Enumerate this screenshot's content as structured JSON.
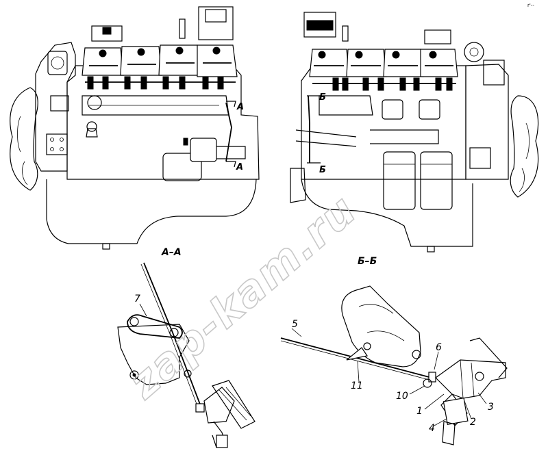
{
  "page": {
    "corner_mark": "r'--"
  },
  "sections": {
    "left_view_label": "А–А",
    "right_view_label": "Б–Б",
    "marker_a": "A",
    "marker_b": "Б"
  },
  "callouts": [
    {
      "id": "1",
      "text": "1"
    },
    {
      "id": "2",
      "text": "2"
    },
    {
      "id": "3",
      "text": "3"
    },
    {
      "id": "4",
      "text": "4"
    },
    {
      "id": "5",
      "text": "5"
    },
    {
      "id": "6",
      "text": "6"
    },
    {
      "id": "7",
      "text": "7"
    },
    {
      "id": "10",
      "text": "10"
    },
    {
      "id": "11",
      "text": "11"
    }
  ],
  "watermark": {
    "text": "zap-kam.ru"
  },
  "colors": {
    "line": "#000000",
    "background": "#ffffff",
    "watermark": "#c8c8c8"
  }
}
